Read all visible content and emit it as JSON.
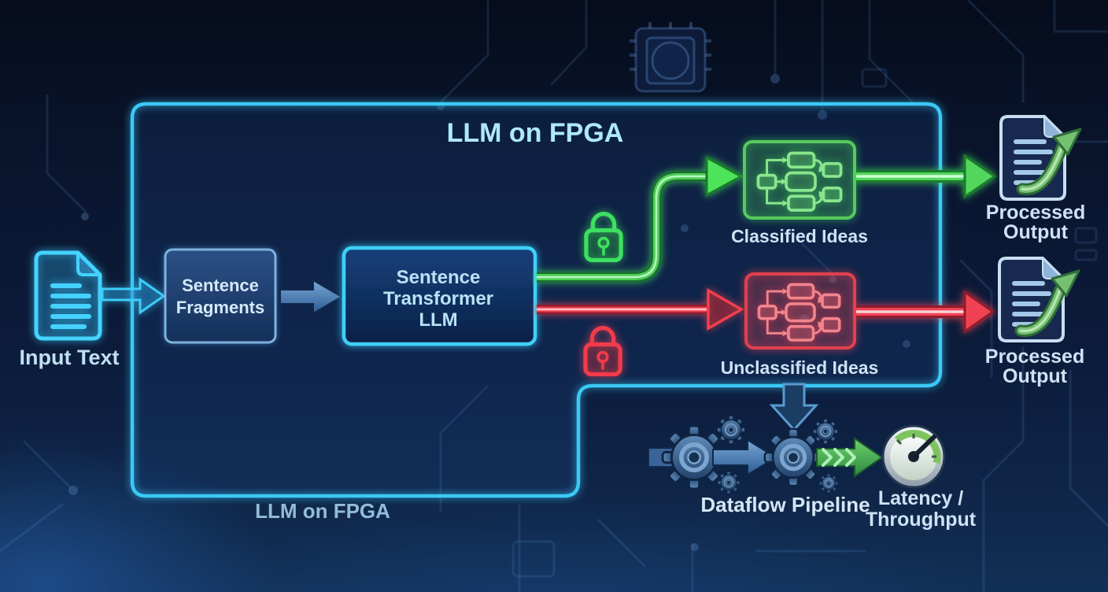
{
  "diagram": {
    "title": "LLM on FPGA",
    "bottom_caption": "LLM on FPGA",
    "nodes": {
      "input_text": {
        "label": "Input Text",
        "icon": "document-icon"
      },
      "sentence_fragments": {
        "lines": [
          "Sentence",
          "Fragments"
        ]
      },
      "sentence_transformer_llm": {
        "lines": [
          "Sentence",
          "Transformer",
          "LLM"
        ]
      },
      "classified_ideas": {
        "label": "Classified Ideas",
        "icon": "flowchart-icon"
      },
      "unclassified_ideas": {
        "label": "Unclassified Ideas",
        "icon": "flowchart-icon"
      },
      "processed_output_top": {
        "lines": [
          "Processed",
          "Output"
        ],
        "icon": "document-export-icon"
      },
      "processed_output_bottom": {
        "lines": [
          "Processed",
          "Output"
        ],
        "icon": "document-export-icon"
      },
      "dataflow_pipeline": {
        "label": "Dataflow Pipeline",
        "icon": "gears-icon"
      },
      "latency_throughput": {
        "lines": [
          "Latency /",
          "Throughput"
        ],
        "icon": "gauge-icon"
      }
    },
    "icons": {
      "secure_branch": "lock-icon-green",
      "insecure_branch": "lock-icon-red",
      "background": "circuit-traces",
      "chip": "chip-icon",
      "down_connector": "down-arrow-icon"
    },
    "colors": {
      "background_navy": "#0a1630",
      "accent_cyan": "#3bc9f6",
      "title_cyan": "#aee9f8",
      "neon_green": "#4fdd5c",
      "neon_red": "#f23b4c",
      "steel_blue": "#4a7fb5",
      "label_light": "#cde2f4",
      "box_fill": "#0d2450"
    }
  }
}
